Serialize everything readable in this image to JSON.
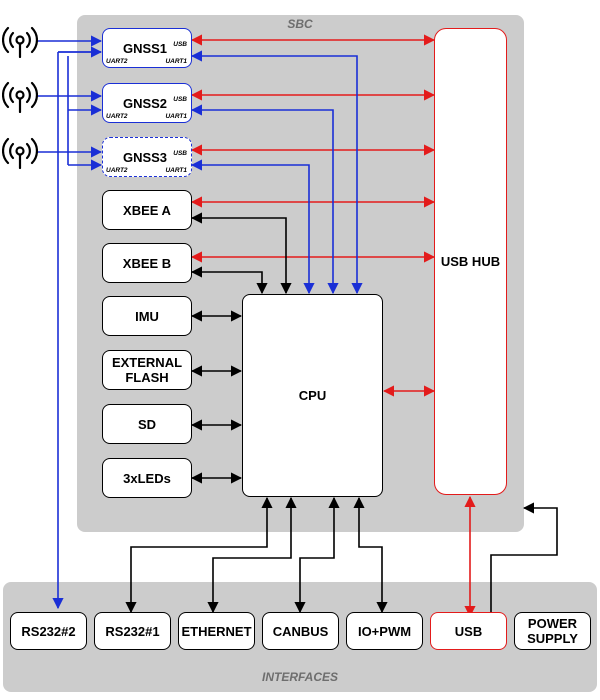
{
  "sbc": {
    "label": "SBC"
  },
  "interfaces_panel": {
    "label": "INTERFACES"
  },
  "gnss": [
    {
      "label": "GNSS1",
      "usb": "USB",
      "uart1": "UART1",
      "uart2": "UART2"
    },
    {
      "label": "GNSS2",
      "usb": "USB",
      "uart1": "UART1",
      "uart2": "UART2"
    },
    {
      "label": "GNSS3",
      "usb": "USB",
      "uart1": "UART1",
      "uart2": "UART2"
    }
  ],
  "peripherals": {
    "xbee_a": "XBEE A",
    "xbee_b": "XBEE B",
    "imu": "IMU",
    "external_flash": "EXTERNAL\nFLASH",
    "sd": "SD",
    "leds": "3xLEDs"
  },
  "cpu": {
    "label": "CPU"
  },
  "usb_hub": {
    "label": "USB HUB"
  },
  "interfaces": {
    "rs232_2": "RS232#2",
    "rs232_1": "RS232#1",
    "ethernet": "ETHERNET",
    "canbus": "CANBUS",
    "io_pwm": "IO+PWM",
    "usb": "USB",
    "power_supply": "POWER\nSUPPLY"
  },
  "colors": {
    "usb_link": "#e31b1b",
    "uart_link": "#1a2fd6",
    "bus_link": "#000000",
    "panel": "#cccccc"
  },
  "icons": {
    "antenna": "antenna-icon"
  }
}
